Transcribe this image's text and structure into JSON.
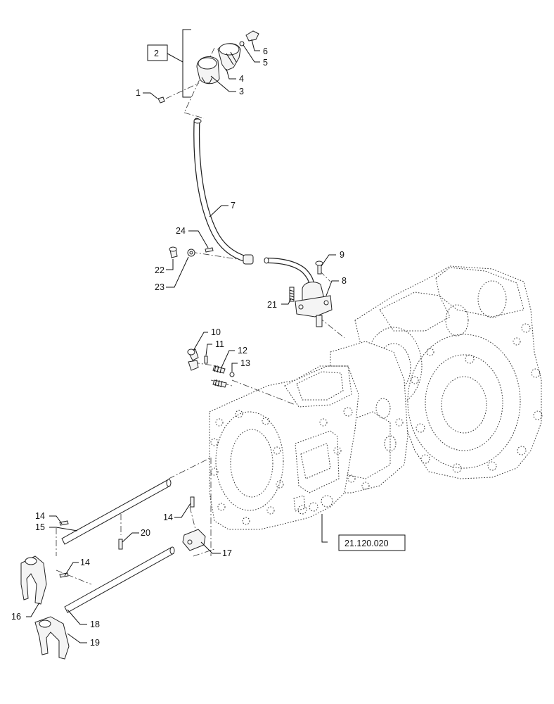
{
  "assembly_box_label": "2",
  "reference_label": "21.120.020",
  "callouts": [
    {
      "id": "c1",
      "text": "1"
    },
    {
      "id": "c3",
      "text": "3"
    },
    {
      "id": "c4",
      "text": "4"
    },
    {
      "id": "c5",
      "text": "5"
    },
    {
      "id": "c6",
      "text": "6"
    },
    {
      "id": "c7",
      "text": "7"
    },
    {
      "id": "c8",
      "text": "8"
    },
    {
      "id": "c9",
      "text": "9"
    },
    {
      "id": "c10",
      "text": "10"
    },
    {
      "id": "c11",
      "text": "11"
    },
    {
      "id": "c12",
      "text": "12"
    },
    {
      "id": "c13",
      "text": "13"
    },
    {
      "id": "c14a",
      "text": "14"
    },
    {
      "id": "c14b",
      "text": "14"
    },
    {
      "id": "c14c",
      "text": "14"
    },
    {
      "id": "c15",
      "text": "15"
    },
    {
      "id": "c16",
      "text": "16"
    },
    {
      "id": "c17",
      "text": "17"
    },
    {
      "id": "c18",
      "text": "18"
    },
    {
      "id": "c19",
      "text": "19"
    },
    {
      "id": "c20",
      "text": "20"
    },
    {
      "id": "c21",
      "text": "21"
    },
    {
      "id": "c22",
      "text": "22"
    },
    {
      "id": "c23",
      "text": "23"
    },
    {
      "id": "c24",
      "text": "24"
    }
  ]
}
